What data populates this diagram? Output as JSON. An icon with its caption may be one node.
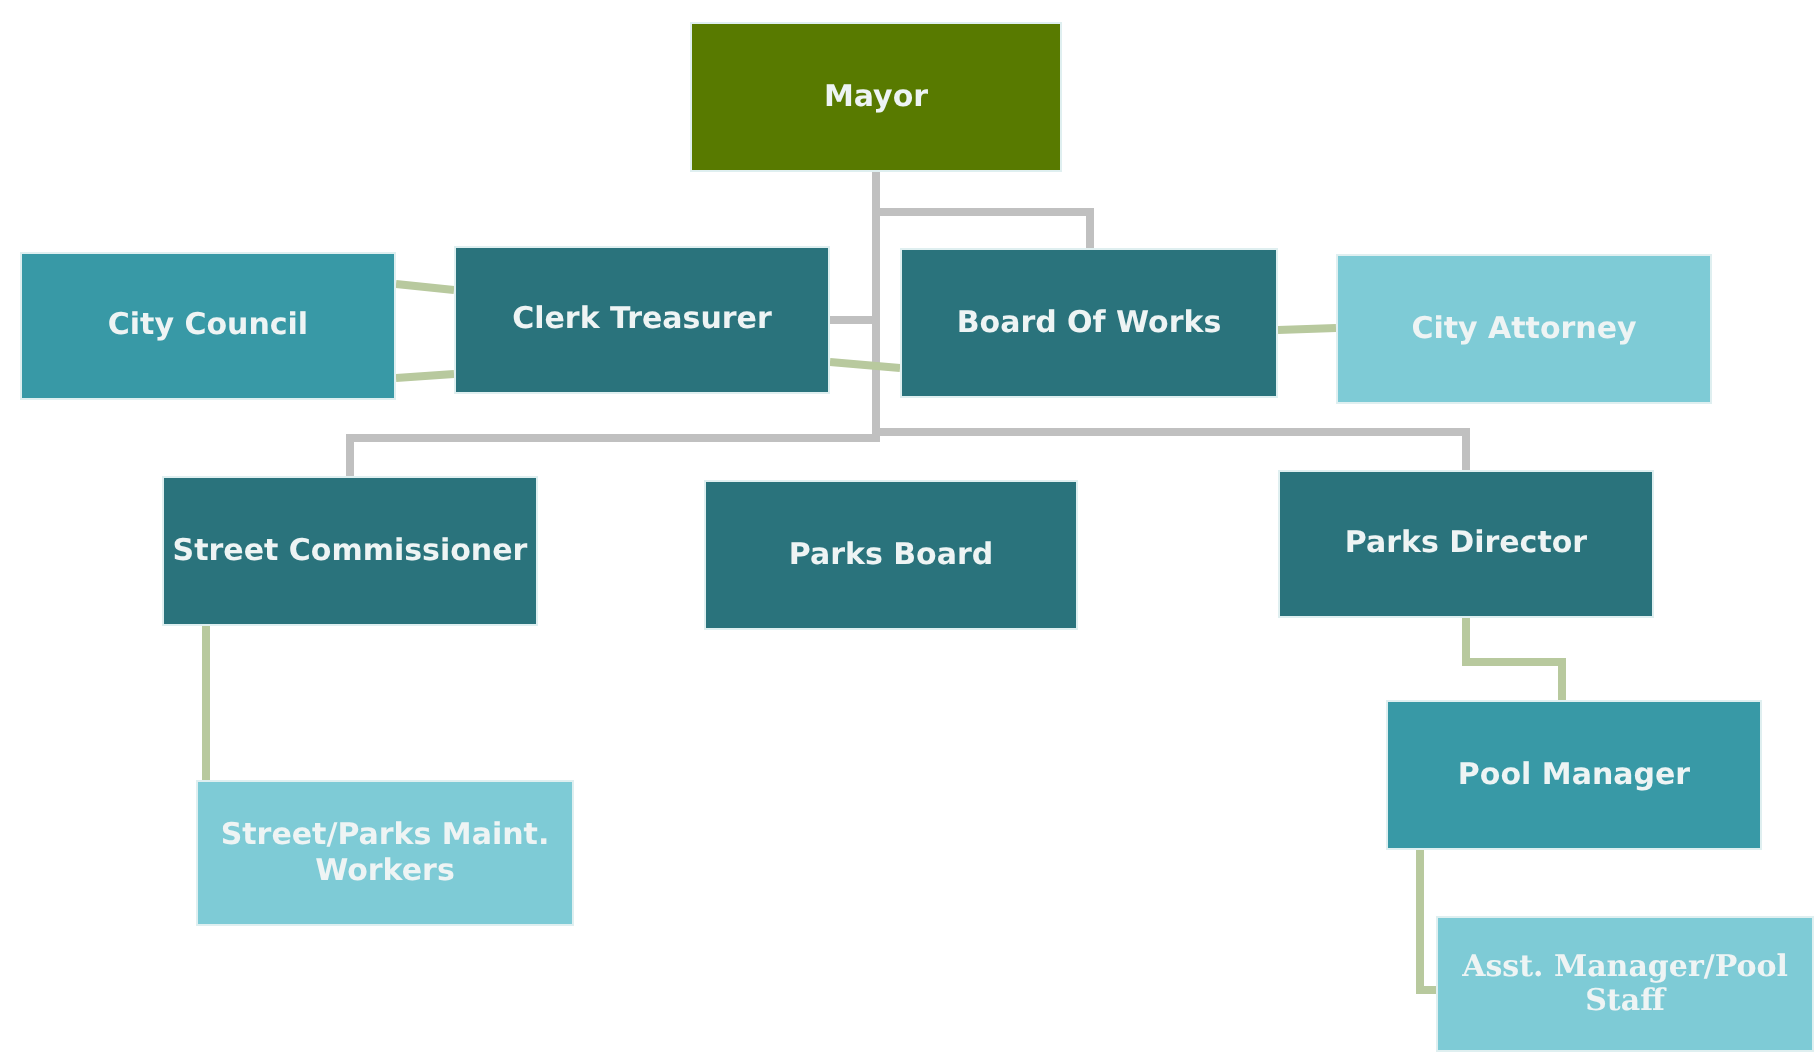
{
  "diagram": {
    "nodes": [
      {
        "text": [
          "Mayor"
        ]
      },
      {
        "text": [
          "City Council"
        ]
      },
      {
        "text": [
          "Clerk Treasurer"
        ]
      },
      {
        "text": [
          "Board Of Works"
        ]
      },
      {
        "text": [
          "City Attorney"
        ]
      },
      {
        "text": [
          "Street Commissioner"
        ]
      },
      {
        "text": [
          "Parks Board"
        ]
      },
      {
        "text": [
          "Parks Director"
        ]
      },
      {
        "text": [
          "Pool Manager"
        ]
      },
      {
        "text": [
          "Street/Parks Maint. Workers"
        ]
      },
      {
        "text": [
          "Asst. Manager/Pool Staff"
        ]
      }
    ],
    "edges": [
      {
        "from": 0,
        "to": 2,
        "arrow": "none",
        "color": "#c0c0c0"
      },
      {
        "from": 0,
        "to": 3,
        "arrow": "none",
        "color": "#c0c0c0"
      },
      {
        "from": 0,
        "to": 5,
        "arrow": "none",
        "color": "#c0c0c0"
      },
      {
        "from": 0,
        "to": 7,
        "arrow": "none",
        "color": "#c0c0c0"
      },
      {
        "from": 1,
        "to": 2,
        "arrow": "none"
      },
      {
        "from": 1,
        "to": 2,
        "arrow": "none"
      },
      {
        "from": 2,
        "to": 3,
        "arrow": "none"
      },
      {
        "from": 3,
        "to": 4,
        "arrow": "none"
      },
      {
        "from": 5,
        "to": 9,
        "arrow": "none"
      },
      {
        "from": 7,
        "to": 8,
        "arrow": "none"
      },
      {
        "from": 8,
        "to": 10,
        "arrow": "none"
      }
    ]
  }
}
